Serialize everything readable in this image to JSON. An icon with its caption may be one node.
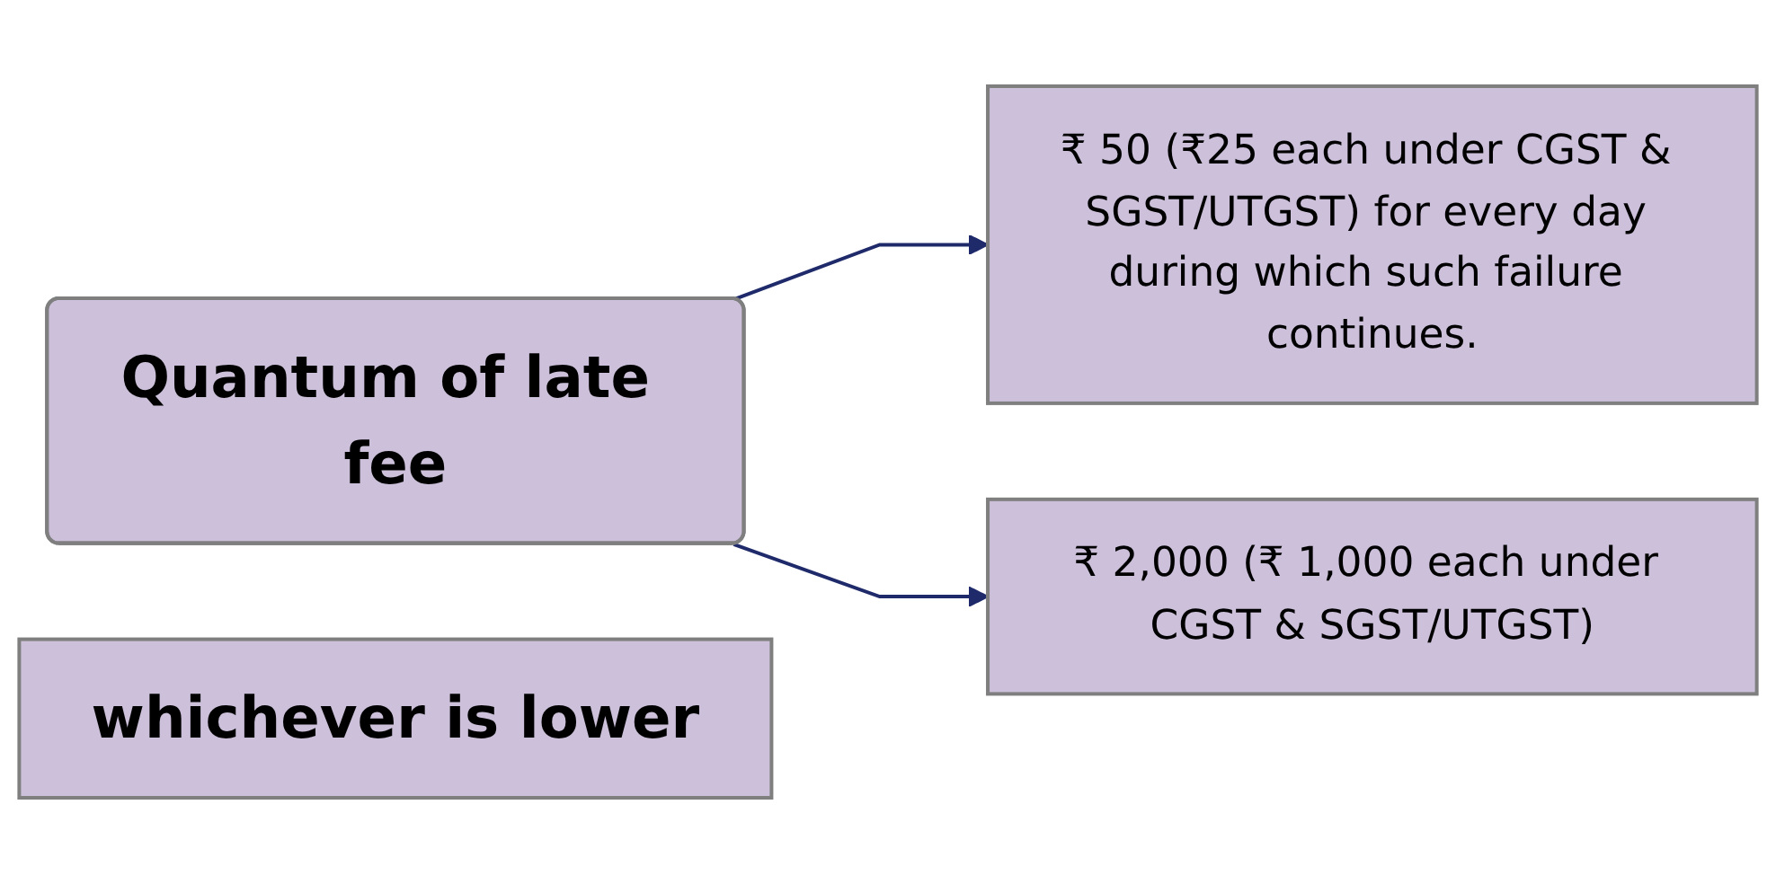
{
  "diagram": {
    "nodes": [
      {
        "text": [
          "Quantum of late fee"
        ]
      },
      {
        "text": [
          "₹ 50 (₹25 each under CGST & SGST/UTGST) for every day during which such failure continues."
        ]
      },
      {
        "text": [
          "₹ 2,000 (₹ 1,000 each under CGST & SGST/UTGST)"
        ]
      },
      {
        "text": [
          "whichever is lower"
        ]
      }
    ],
    "edges": [
      {
        "from": 0,
        "to": 1,
        "arrow": "to"
      },
      {
        "from": 0,
        "to": 2,
        "arrow": "to"
      }
    ]
  }
}
